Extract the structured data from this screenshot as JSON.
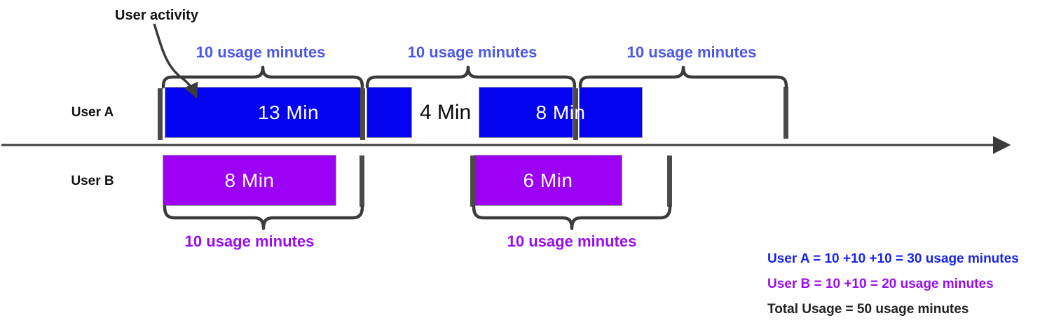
{
  "annotation": {
    "user_activity": "User activity"
  },
  "user_a": {
    "label": "User A",
    "session1_label": "13 Min",
    "gap_label": "4 Min",
    "session2_label": "8 Min",
    "usage_blocks": [
      "10 usage minutes",
      "10 usage minutes",
      "10 usage minutes"
    ]
  },
  "user_b": {
    "label": "User B",
    "session1_label": "8 Min",
    "session2_label": "6 Min",
    "usage_blocks": [
      "10 usage minutes",
      "10 usage minutes"
    ]
  },
  "summary": {
    "user_a_line": "User A = 10 +10 +10 = 30 usage minutes",
    "user_b_line": "User B = 10 +10 = 20 usage minutes",
    "total_line": "Total Usage = 50 usage minutes"
  },
  "diagram_data": {
    "type": "timeline-billing-diagram",
    "users": [
      {
        "name": "User A",
        "sessions_minutes": [
          13,
          8
        ],
        "gap_minutes": 4,
        "billed_blocks": [
          10,
          10,
          10
        ],
        "total_usage_minutes": 30,
        "bar_color": "#0404f2"
      },
      {
        "name": "User B",
        "sessions_minutes": [
          8,
          6
        ],
        "billed_blocks": [
          10,
          10
        ],
        "total_usage_minutes": 20,
        "bar_color": "#9c00f5"
      }
    ],
    "total_usage_minutes": 50
  },
  "colors": {
    "user_a_bar": "#0404f2",
    "user_b_bar": "#9c00f5",
    "usage_label_blue": "#4b57e6",
    "usage_label_purple": "#990df2",
    "summary_blue": "#1823ee",
    "summary_purple": "#990df2",
    "summary_total": "#222222",
    "stroke": "#3a3a3a",
    "text_on_bar": "#ffffff"
  }
}
